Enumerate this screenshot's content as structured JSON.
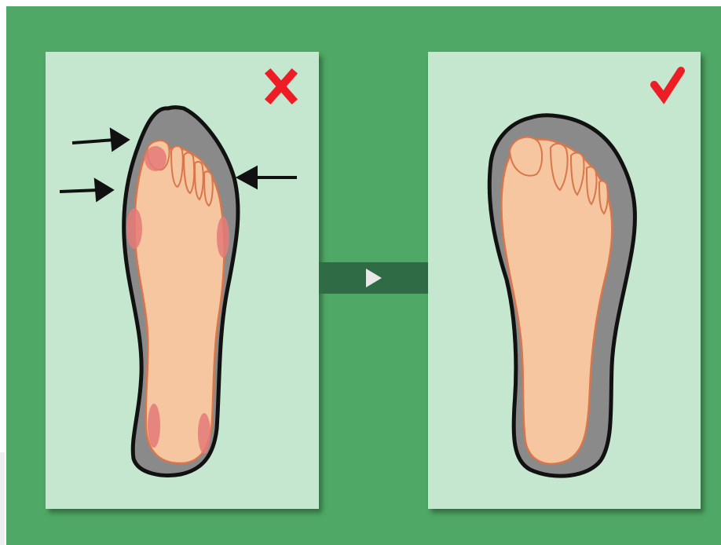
{
  "colors": {
    "background": "#4fa865",
    "panel": "#c5e6cf",
    "connector": "#2f6b44",
    "shoe": "#8a8a8a",
    "foot": "#f6c6a0",
    "pressure": "#e47a78",
    "bad_mark": "#ee1c24",
    "good_mark": "#ee1c24"
  },
  "panels": [
    {
      "label": "wrong",
      "mark_icon": "red-x-icon",
      "shoe_shape": "pointed",
      "pressure_arrows": 3
    },
    {
      "label": "right",
      "mark_icon": "red-check-icon",
      "shoe_shape": "rounded",
      "pressure_arrows": 0
    }
  ],
  "connector_icon": "play-arrow-icon"
}
